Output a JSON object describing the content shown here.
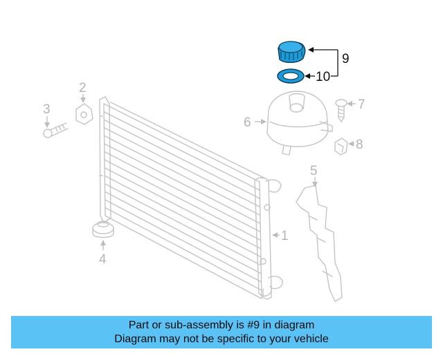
{
  "callouts": {
    "c1": "1",
    "c2": "2",
    "c3": "3",
    "c4": "4",
    "c5": "5",
    "c6": "6",
    "c7": "7",
    "c8": "8",
    "c9": "9",
    "c10": "10"
  },
  "highlight_color": "#1e9ad6",
  "banner": {
    "line1": "Part or sub-assembly is #9 in diagram",
    "line2": "Diagram may not be specific to your vehicle",
    "color": "#5ac2f5"
  }
}
